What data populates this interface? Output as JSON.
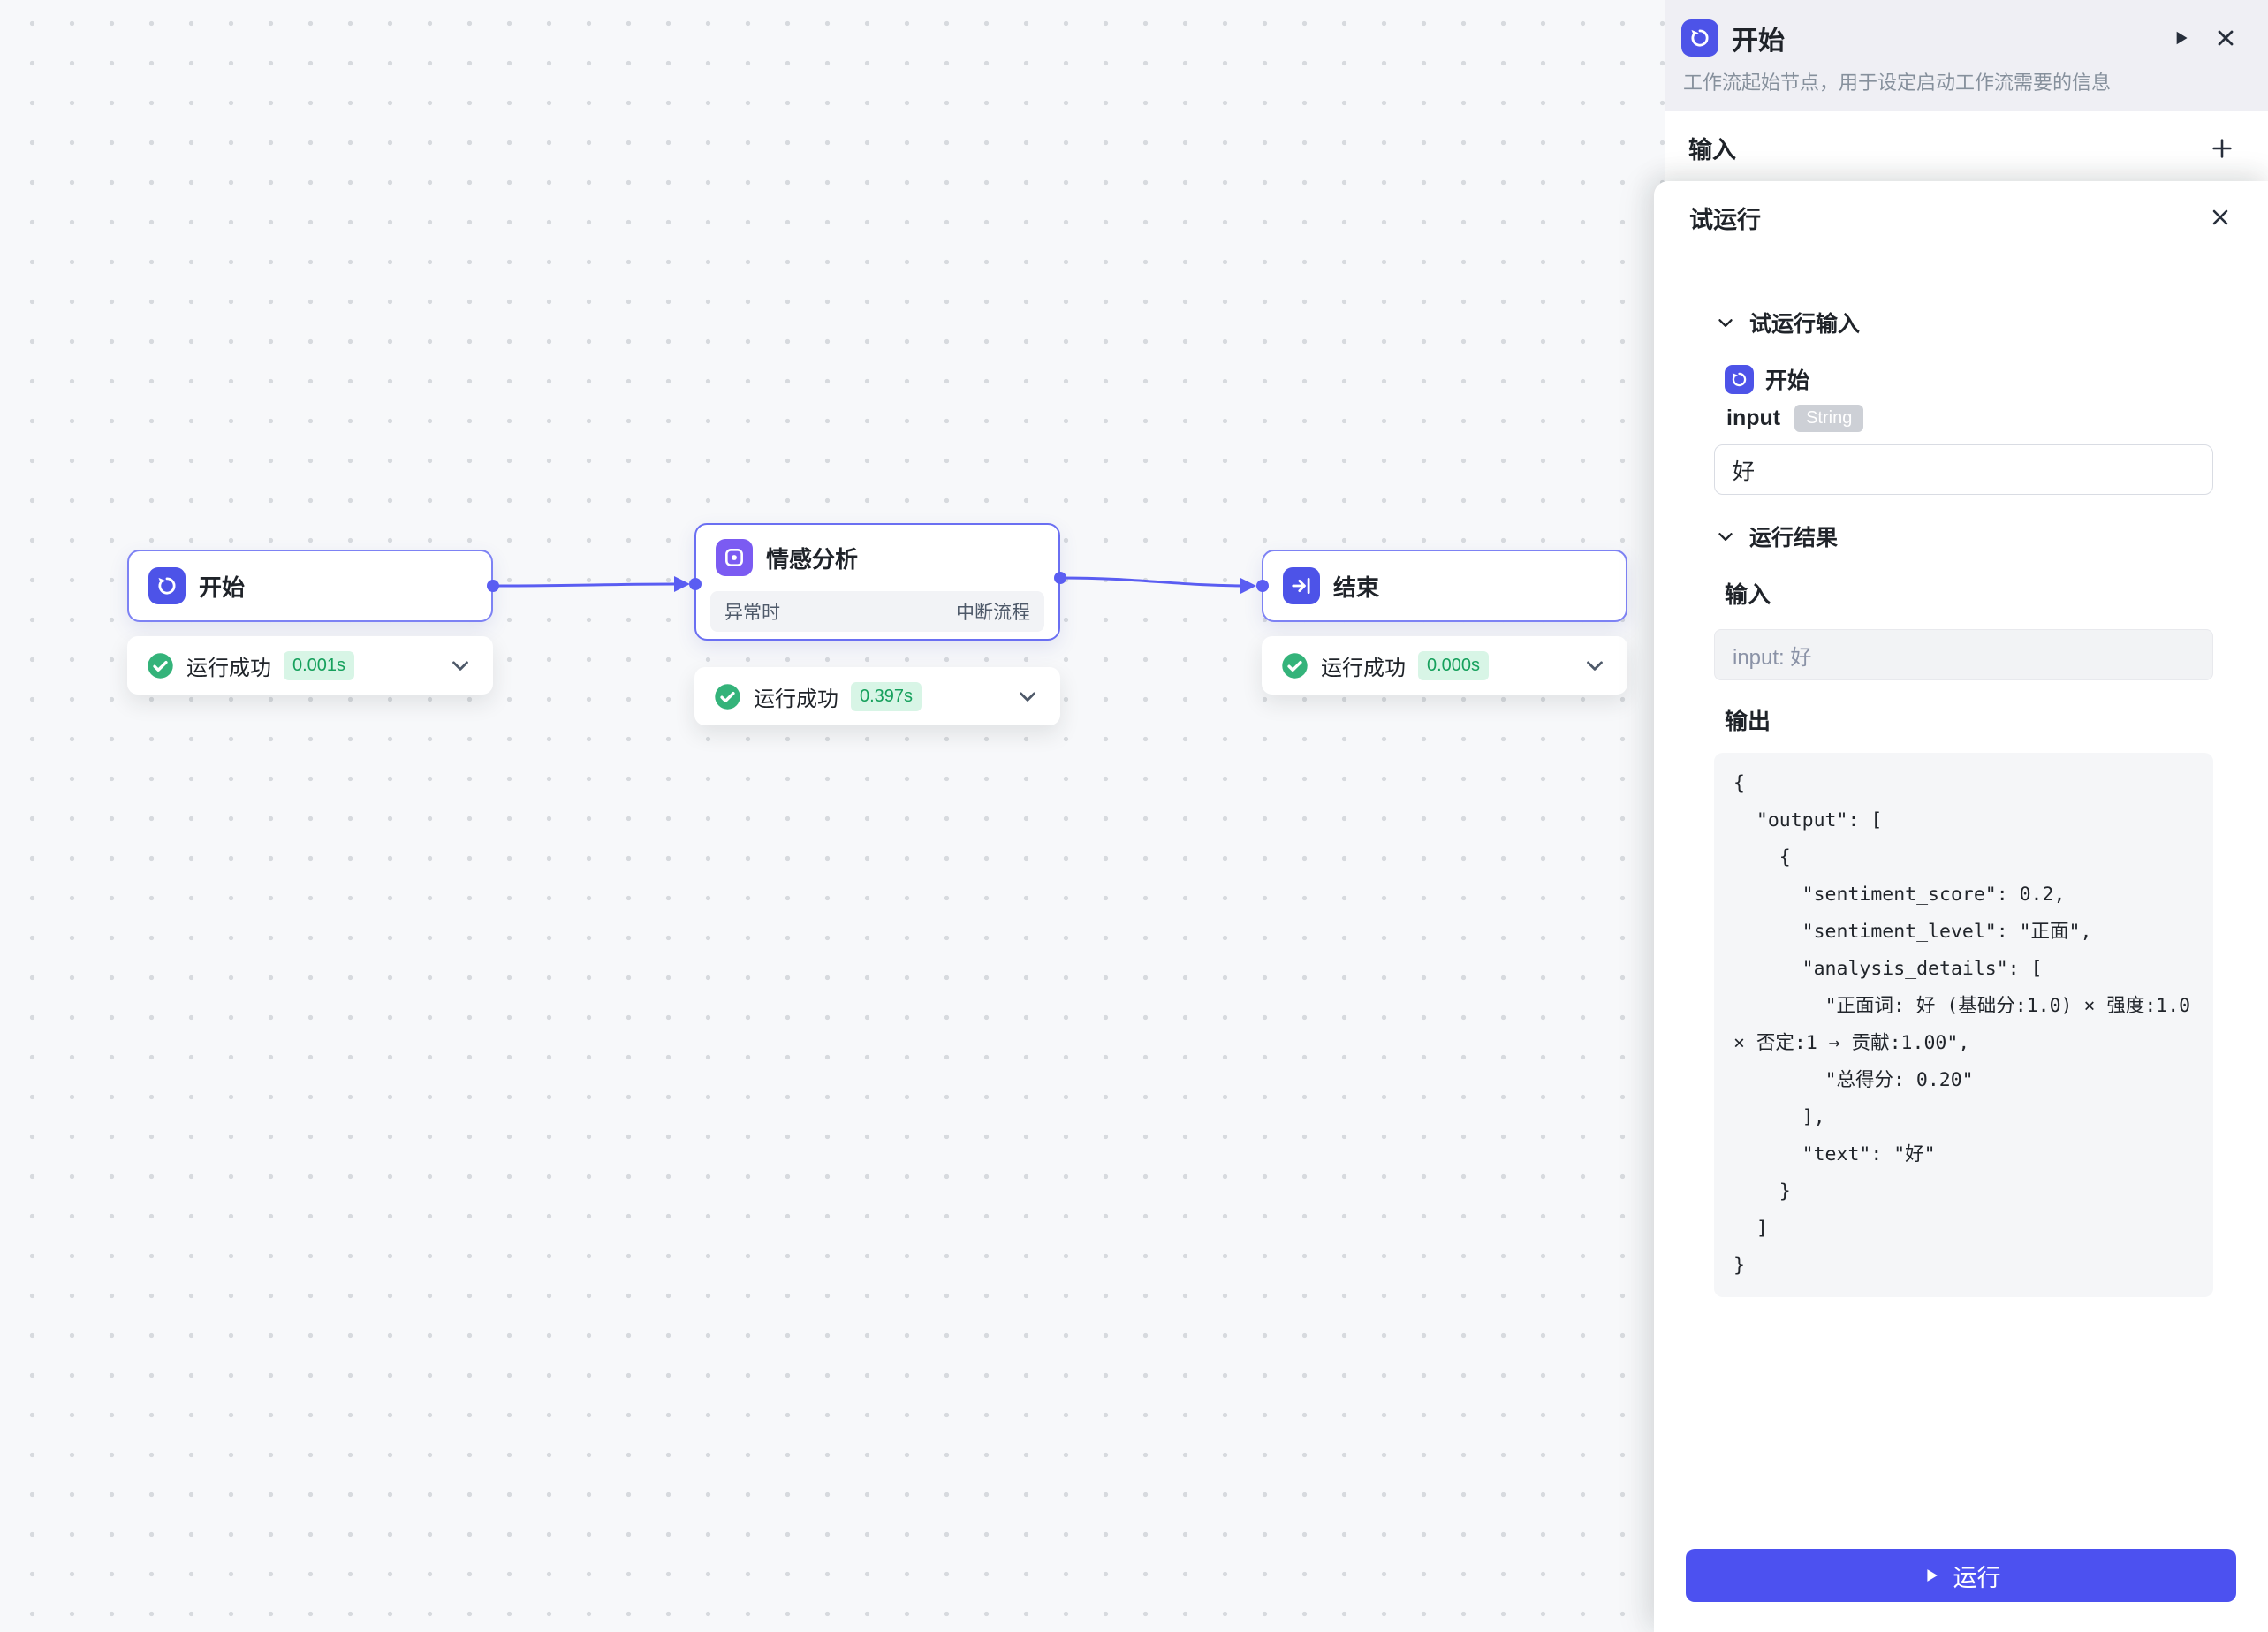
{
  "canvas": {
    "nodes": {
      "start": {
        "title": "开始",
        "status": "运行成功",
        "duration": "0.001s"
      },
      "sentiment": {
        "title": "情感分析",
        "exception_label": "异常时",
        "exception_value": "中断流程",
        "status": "运行成功",
        "duration": "0.397s"
      },
      "end": {
        "title": "结束",
        "status": "运行成功",
        "duration": "0.000s"
      }
    }
  },
  "config_panel": {
    "title": "开始",
    "subtitle": "工作流起始节点，用于设定启动工作流需要的信息",
    "section_input": "输入"
  },
  "run_panel": {
    "title": "试运行",
    "input_section": "试运行输入",
    "node_title": "开始",
    "field_name": "input",
    "field_type": "String",
    "field_value": "好",
    "result_section": "运行结果",
    "input_label": "输入",
    "input_echo": "input: 好",
    "output_label": "输出",
    "output_json": "{\n  \"output\": [\n    {\n      \"sentiment_score\": 0.2,\n      \"sentiment_level\": \"正面\",\n      \"analysis_details\": [\n        \"正面词: 好 (基础分:1.0) × 强度:1.0 × 否定:1 → 贡献:1.00\",\n        \"总得分: 0.20\"\n      ],\n      \"text\": \"好\"\n    }\n  ]\n}",
    "run_button": "运行"
  },
  "colors": {
    "accent": "#4c51f0",
    "edge": "#5a5df2",
    "node_border": "#7d82f4",
    "success": "#34b37a",
    "success_badge_bg": "#d8f5e6",
    "success_badge_text": "#16a05c"
  }
}
